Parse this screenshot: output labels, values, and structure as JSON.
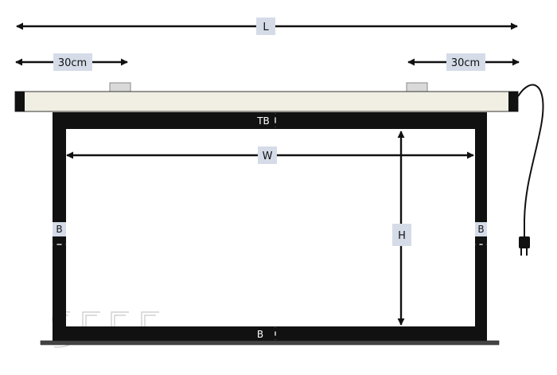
{
  "labels": {
    "length": "L",
    "offset_left": "30cm",
    "offset_right": "30cm",
    "top_border": "TB",
    "width": "W",
    "height": "H",
    "border_left": "B",
    "border_right": "B",
    "border_bottom": "B"
  },
  "watermark": "SGEC",
  "colors": {
    "frame": "#111111",
    "housing": "#f1efe3",
    "label_bg": "#d5dce8",
    "bracket": "#d9d9d9",
    "bottom_bar": "#444444"
  }
}
